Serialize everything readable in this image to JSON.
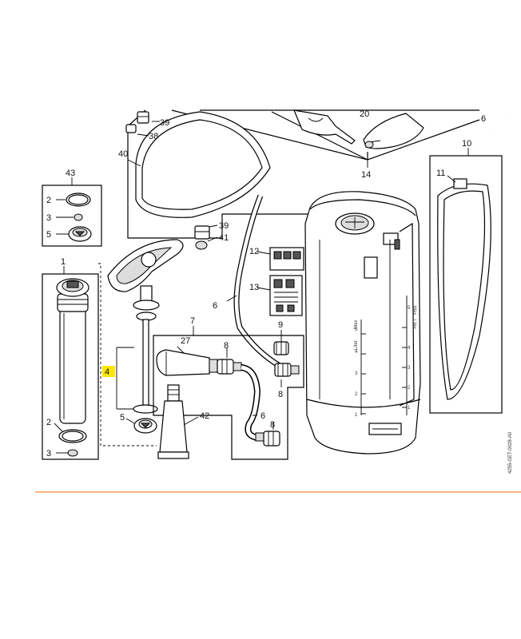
{
  "diagram": {
    "highlight_color": "#ffe600",
    "divider_color": "#f5a05a",
    "drawing_code": "4255-GET-0028-A0",
    "labels": {
      "p1": "1",
      "p2a": "2",
      "p2b": "2",
      "p3a": "3",
      "p3b": "3",
      "p4": "4",
      "p5a": "5",
      "p5b": "5",
      "p6a": "6",
      "p6b": "6",
      "p6c": "6",
      "p7": "7",
      "p8a": "8",
      "p8b": "8",
      "p8c": "8",
      "p9": "9",
      "p10": "10",
      "p11": "11",
      "p12": "12",
      "p13": "13",
      "p14": "14",
      "p20": "20",
      "p27": "27",
      "p38": "38",
      "p39a": "39",
      "p39b": "39",
      "p40": "40",
      "p41": "41",
      "p42": "42",
      "p43": "43"
    },
    "tank_scale_left": {
      "max": "Max",
      "liter": "Liter",
      "ticks": [
        "5",
        "4",
        "3",
        "2",
        "1"
      ]
    },
    "tank_scale_right": {
      "max": "Max",
      "liter": "Liter",
      "ticks": [
        "5",
        "4",
        "3",
        "2",
        "1"
      ]
    }
  }
}
